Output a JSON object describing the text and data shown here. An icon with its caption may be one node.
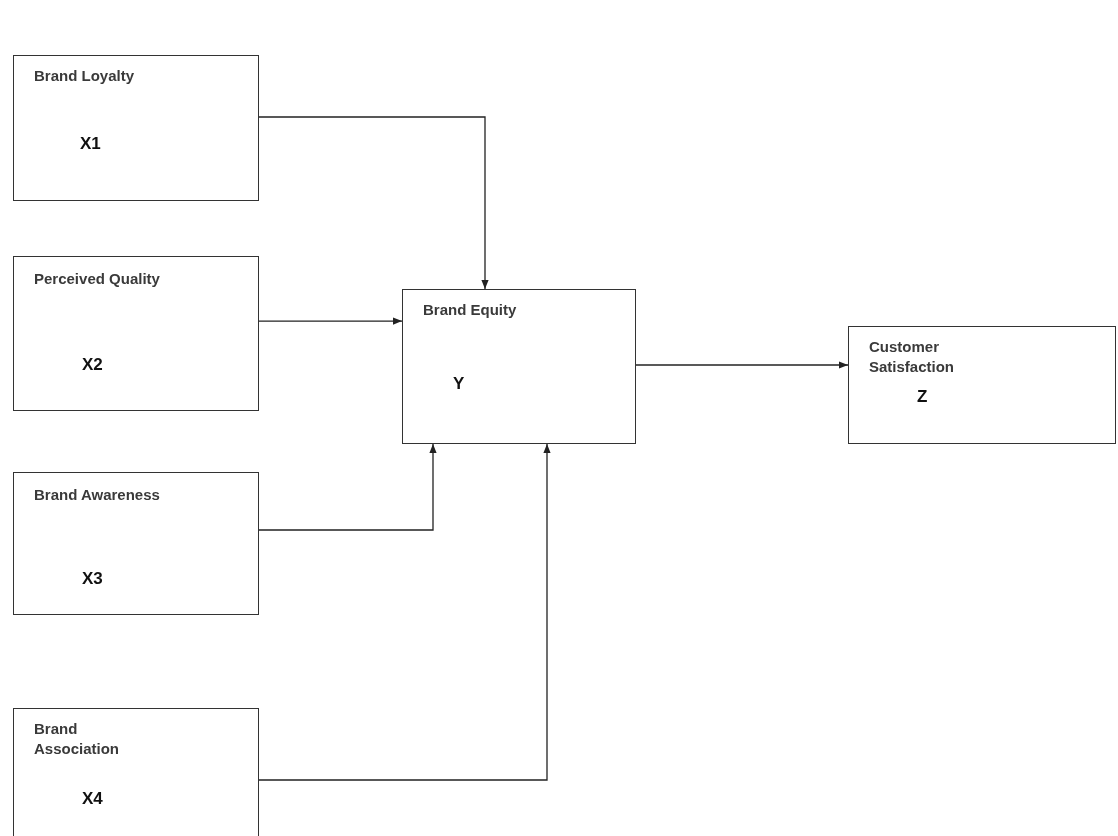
{
  "diagram": {
    "nodes": [
      {
        "text": [
          "Brand Loyalty",
          "X1"
        ]
      },
      {
        "text": [
          "Perceived Quality",
          "X2"
        ]
      },
      {
        "text": [
          "Brand Equity",
          "Y"
        ]
      },
      {
        "text": [
          "Customer Satisfaction",
          "Z"
        ]
      },
      {
        "text": [
          "Brand Awareness",
          "X3"
        ]
      },
      {
        "text": [
          "Brand Association",
          "X4"
        ]
      }
    ],
    "edges": [
      {
        "from": 0,
        "to": 2,
        "arrow": "to"
      },
      {
        "from": 1,
        "to": 2,
        "arrow": "to"
      },
      {
        "from": 2,
        "to": 3,
        "arrow": "to"
      },
      {
        "from": 4,
        "to": 2,
        "arrow": "to"
      },
      {
        "from": 5,
        "to": 2,
        "arrow": "to"
      }
    ]
  }
}
